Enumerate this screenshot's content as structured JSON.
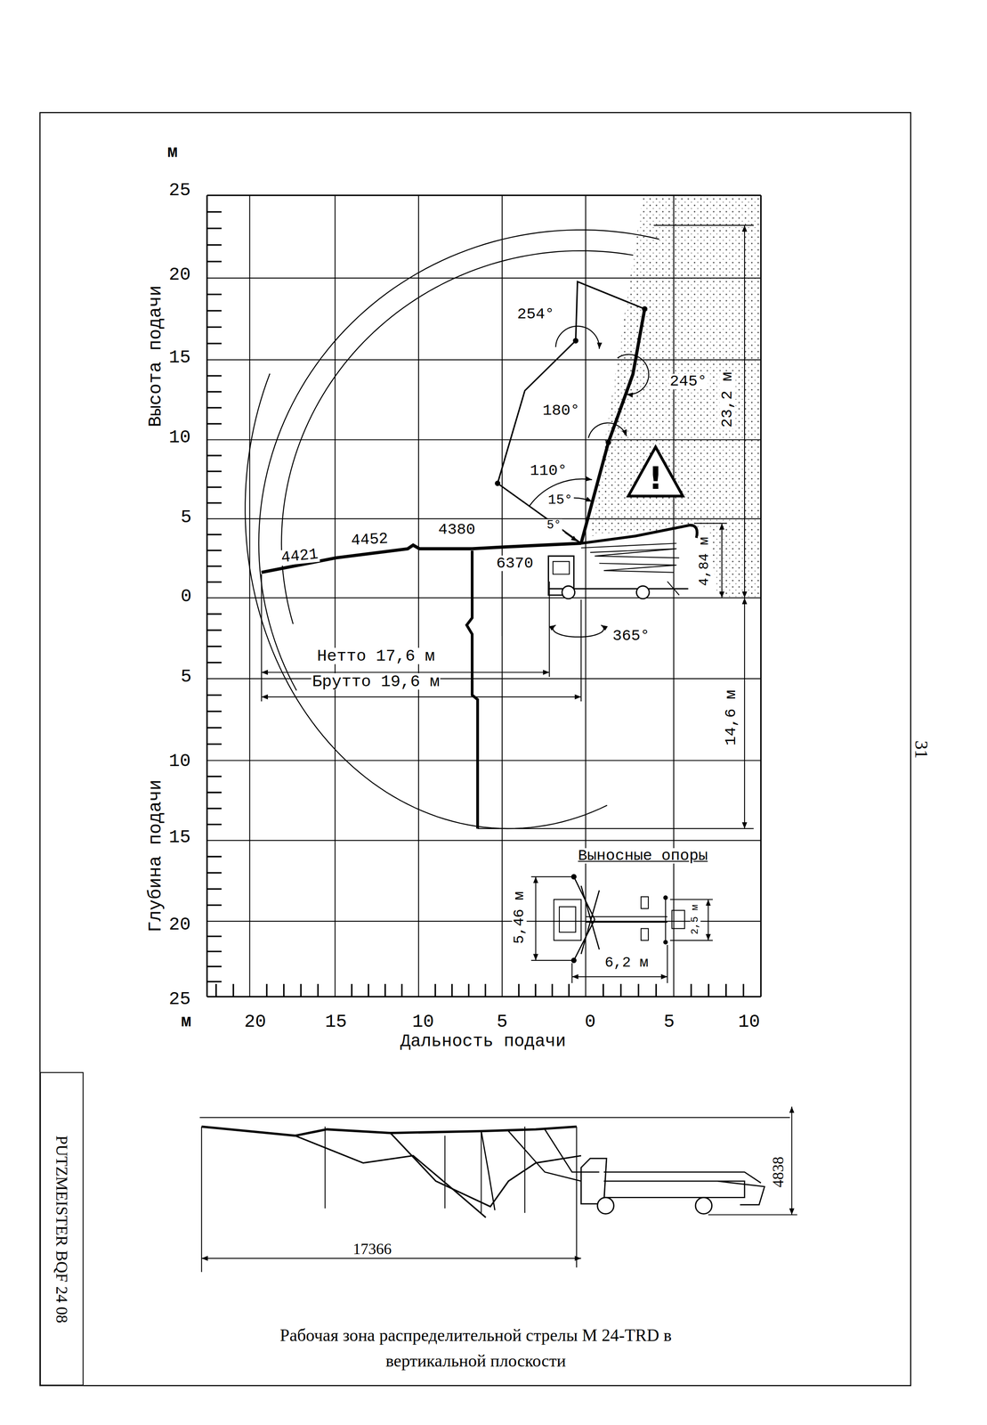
{
  "diagram": {
    "caption": "Рабочая зона распределительной стрелы M 24-TRD в вертикальной плоскости",
    "nodes": [
      {
        "text": [
          "PUTZMEISTER BQF 24 08"
        ]
      }
    ],
    "labels": [
      "м",
      "25",
      "20",
      "15",
      "10",
      "5",
      "0",
      "Высота подачи",
      "5",
      "10",
      "15",
      "20",
      "25",
      "Глубина подачи",
      "м",
      "20",
      "15",
      "10",
      "5",
      "0",
      "5",
      "10",
      "Дальность подачи",
      "254°",
      "245°",
      "180°",
      "110°",
      "15°",
      "5°",
      "23,2 м",
      "4421",
      "4452",
      "4380",
      "6370",
      "4,84 м",
      "365°",
      "Нетто 17,6 м",
      "Брутто 19,6 м",
      "14,6 м",
      "Выносные опоры",
      "5,46 м",
      "2,5 м",
      "6,2 м",
      "!",
      "4838",
      "17366",
      "31"
    ]
  }
}
